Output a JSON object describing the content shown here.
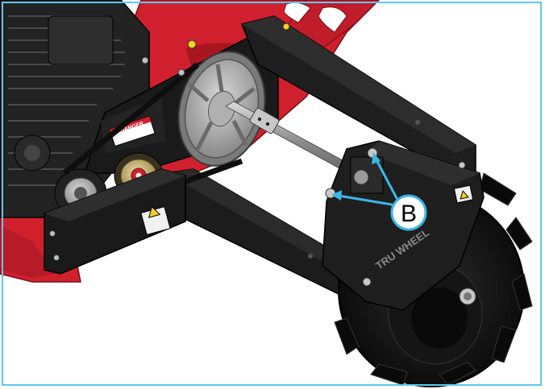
{
  "callout": {
    "label": "B",
    "color": "#39b7e8"
  },
  "decals": {
    "danger_text": "DANGER",
    "brand_text": "TRU WHEEL"
  },
  "colors": {
    "frame_red": "#d0202e",
    "frame_red_dark": "#8e1420",
    "black_part": "#1c1c1c",
    "pulley_gray": "#a9a9a9",
    "border": "#5cc8ee"
  },
  "icons": {
    "warning": "warning-triangle-icon"
  }
}
